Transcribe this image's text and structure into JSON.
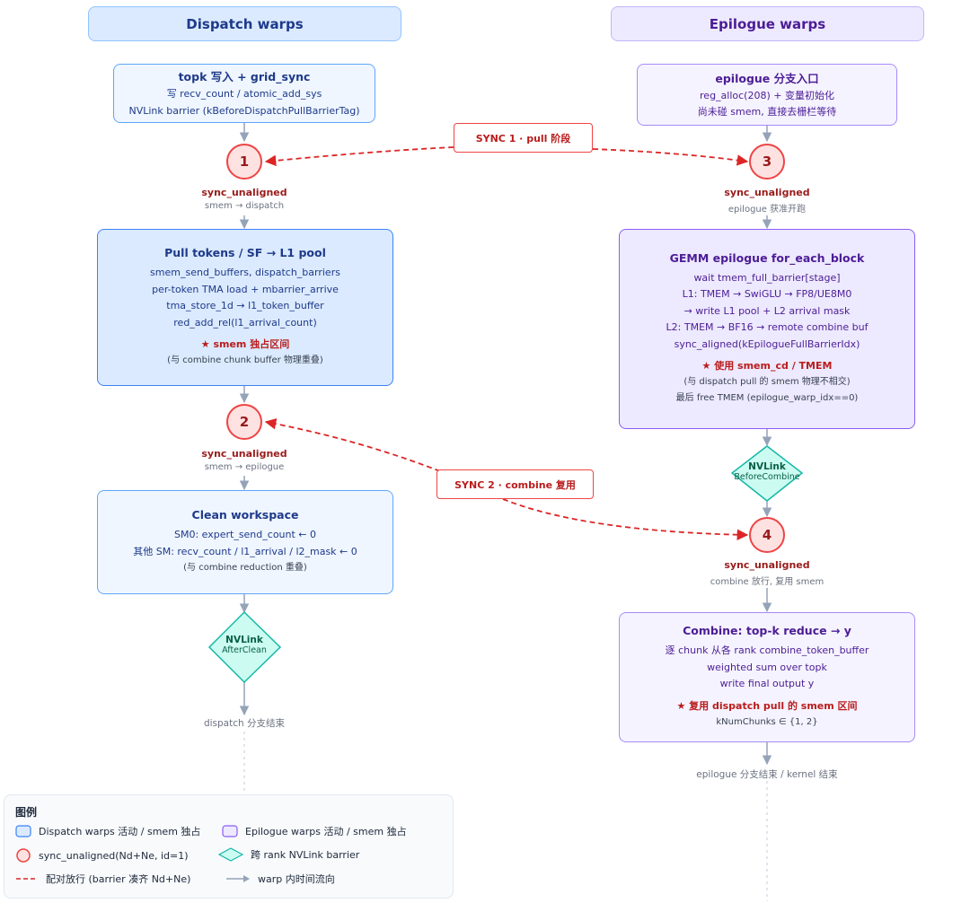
{
  "headers": {
    "dispatch": "Dispatch warps",
    "epilogue": "Epilogue warps"
  },
  "boxes": {
    "topk": {
      "title": "topk 写入 + grid_sync",
      "lines": [
        "写 recv_count / atomic_add_sys",
        "NVLink barrier (kBeforeDispatchPullBarrierTag)"
      ]
    },
    "epilogue_entry": {
      "title": "epilogue 分支入口",
      "lines": [
        "reg_alloc(208) + 变量初始化",
        "尚未碰 smem, 直接去栅栏等待"
      ]
    },
    "pull": {
      "title": "Pull tokens / SF → L1 pool",
      "lines": [
        "smem_send_buffers, dispatch_barriers",
        "per-token TMA load + mbarrier_arrive",
        "tma_store_1d → l1_token_buffer",
        "red_add_rel(l1_arrival_count)"
      ],
      "star": "★ smem 独占区间",
      "note": "(与 combine chunk buffer 物理重叠)"
    },
    "gemm": {
      "title": "GEMM epilogue for_each_block",
      "lines": [
        "wait tmem_full_barrier[stage]",
        "L1: TMEM → SwiGLU → FP8/UE8M0",
        "→ write L1 pool + L2 arrival mask",
        "L2: TMEM → BF16 → remote combine buf",
        "sync_aligned(kEpilogueFullBarrierIdx)"
      ],
      "star": "★ 使用 smem_cd / TMEM",
      "note1": "(与 dispatch pull 的 smem 物理不相交)",
      "note2": "最后 free TMEM (epilogue_warp_idx==0)"
    },
    "clean": {
      "title": "Clean workspace",
      "lines": [
        "SM0: expert_send_count ← 0",
        "其他 SM: recv_count / l1_arrival / l2_mask ← 0"
      ],
      "note": "(与 combine reduction 重叠)"
    },
    "combine": {
      "title": "Combine: top-k reduce → y",
      "lines": [
        "逐 chunk 从各 rank combine_token_buffer",
        "weighted sum over topk",
        "write final output y"
      ],
      "star": "★ 复用 dispatch pull 的 smem 区间",
      "note": "kNumChunks ∈ {1, 2}"
    }
  },
  "syncs": {
    "s1": {
      "num": "1",
      "label": "sync_unaligned",
      "sub": "smem → dispatch"
    },
    "s2": {
      "num": "2",
      "label": "sync_unaligned",
      "sub": "smem → epilogue"
    },
    "s3": {
      "num": "3",
      "label": "sync_unaligned",
      "sub": "epilogue 获准开跑"
    },
    "s4": {
      "num": "4",
      "label": "sync_unaligned",
      "sub": "combine 放行, 复用 smem"
    }
  },
  "pills": {
    "sync1": "SYNC 1 · pull 阶段",
    "sync2": "SYNC 2 · combine 复用"
  },
  "diamonds": {
    "after_clean": {
      "line1": "NVLink",
      "line2": "AfterClean"
    },
    "before_combine": {
      "line1": "NVLink",
      "line2": "BeforeCombine"
    }
  },
  "end_labels": {
    "dispatch": "dispatch 分支结束",
    "epilogue": "epilogue 分支结束 / kernel 结束"
  },
  "legend": {
    "title": "图例",
    "dispatch": "Dispatch warps 活动 / smem 独占",
    "epilogue": "Epilogue warps 活动 / smem 独占",
    "sync": "sync_unaligned(Nd+Ne, id=1)",
    "nvlink": "跨 rank NVLink barrier",
    "pair": "配对放行 (barrier 凑齐 Nd+Ne)",
    "flow": "warp 内时间流向"
  },
  "colors": {
    "dispatch_fill": "#dbeafe",
    "dispatch_border": "#3b82f6",
    "epilogue_fill": "#ede9fe",
    "epilogue_border": "#8b5cf6",
    "sync_fill": "#fee2e2",
    "sync_border": "#ef4444",
    "nvlink_fill": "#ccfbf1",
    "nvlink_border": "#14b8a6",
    "arrow": "#94a3b8"
  }
}
